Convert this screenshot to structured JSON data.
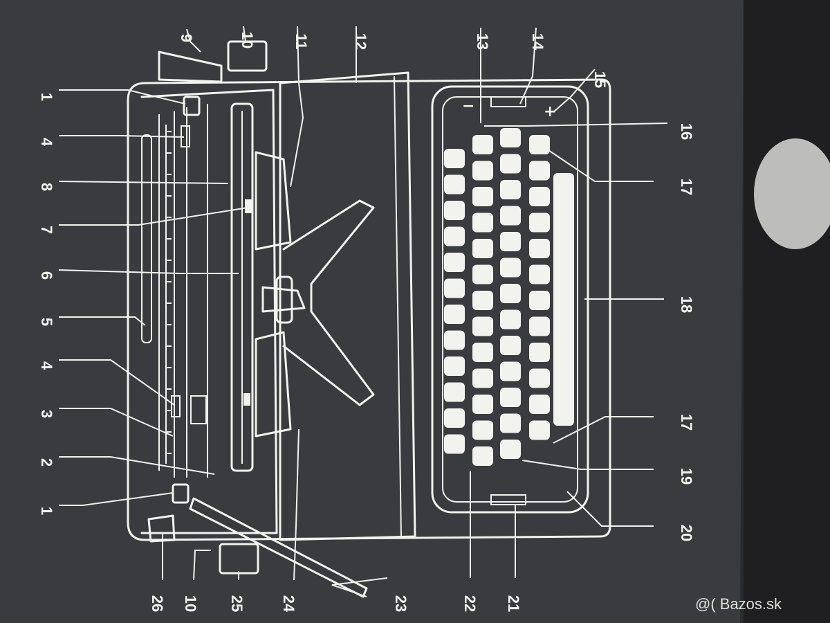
{
  "labels": {
    "top": [
      "1",
      "2",
      "3",
      "4",
      "5",
      "6",
      "7",
      "8",
      "4",
      "1",
      "9",
      "10",
      "11",
      "12",
      "13",
      "14",
      "15"
    ],
    "right": [
      "16",
      "17",
      "18",
      "17",
      "19",
      "20"
    ],
    "bottom": [
      "21",
      "22",
      "23",
      "24",
      "25",
      "10",
      "26"
    ]
  },
  "keyboard_symbols": {
    "minus": "−",
    "plus": "+"
  },
  "watermark": "@( Bazos.sk",
  "colors": {
    "background": "#2b2c2f",
    "sheet": "#3a3b3f",
    "ink": "#f2f2ee"
  }
}
